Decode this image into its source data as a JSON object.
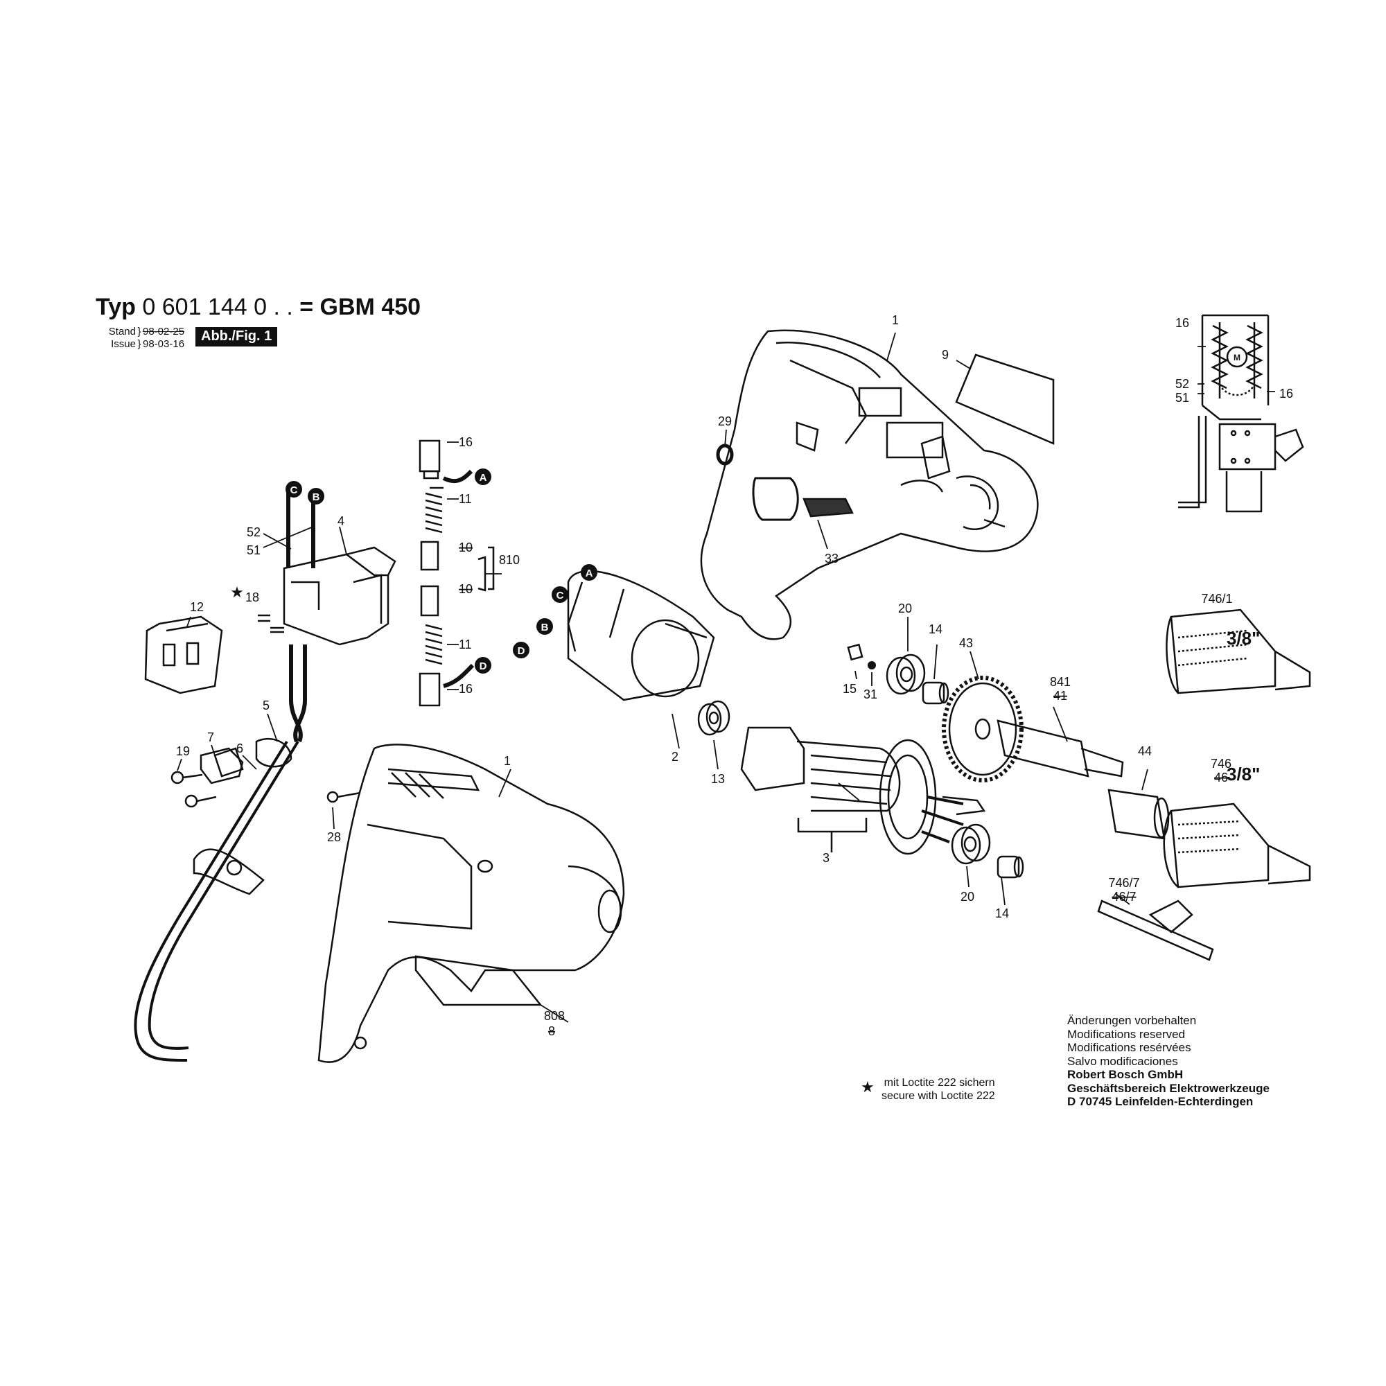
{
  "header": {
    "typ_label": "Typ",
    "typ_number": "0 601 144 0 . .",
    "typ_model": "= GBM 450",
    "stand_label": "Stand",
    "stand_date": "98-02-25",
    "issue_label": "Issue",
    "issue_date": "98-03-16",
    "figure_label": "Abb./Fig. 1"
  },
  "connectors": [
    "A",
    "B",
    "C",
    "D"
  ],
  "part_labels": {
    "p1_top": "1",
    "p9": "9",
    "p29": "29",
    "p33": "33",
    "p16_a": "16",
    "p11_a": "11",
    "p810": "810",
    "p10_a": "10",
    "p10_b": "10",
    "p11_b": "11",
    "p16_b": "16",
    "p52": "52",
    "p51": "51",
    "p4": "4",
    "p18": "18",
    "p12": "12",
    "p5": "5",
    "p6": "6",
    "p7": "7",
    "p19": "19",
    "p28": "28",
    "p1_bottom": "1",
    "p2": "2",
    "p13": "13",
    "p3": "3",
    "p20_a": "20",
    "p14_a": "14",
    "p43": "43",
    "p15": "15",
    "p31": "31",
    "p841": "841",
    "p41": "41",
    "p44": "44",
    "p20_b": "20",
    "p14_b": "14",
    "p746_1": "746/1",
    "size_a": "3/8\"",
    "p746": "746",
    "p46": "46",
    "size_b": "3/8\"",
    "p746_7": "746/7",
    "p46_7": "46/7",
    "p808": "808",
    "p8": "8",
    "w16_a": "16",
    "w16_b": "16",
    "w52": "52",
    "w51": "51",
    "motor": "M"
  },
  "notes": {
    "line1": "Änderungen vorbehalten",
    "line2": "Modifications reserved",
    "line3": "Modifications resérvées",
    "line4": "Salvo modificaciones",
    "company1": "Robert Bosch GmbH",
    "company2": "Geschäftsbereich Elektrowerkzeuge",
    "company3": "D 70745 Leinfelden-Echterdingen"
  },
  "loctite": {
    "line1": "mit Loctite 222 sichern",
    "line2": "secure with Loctite 222"
  }
}
